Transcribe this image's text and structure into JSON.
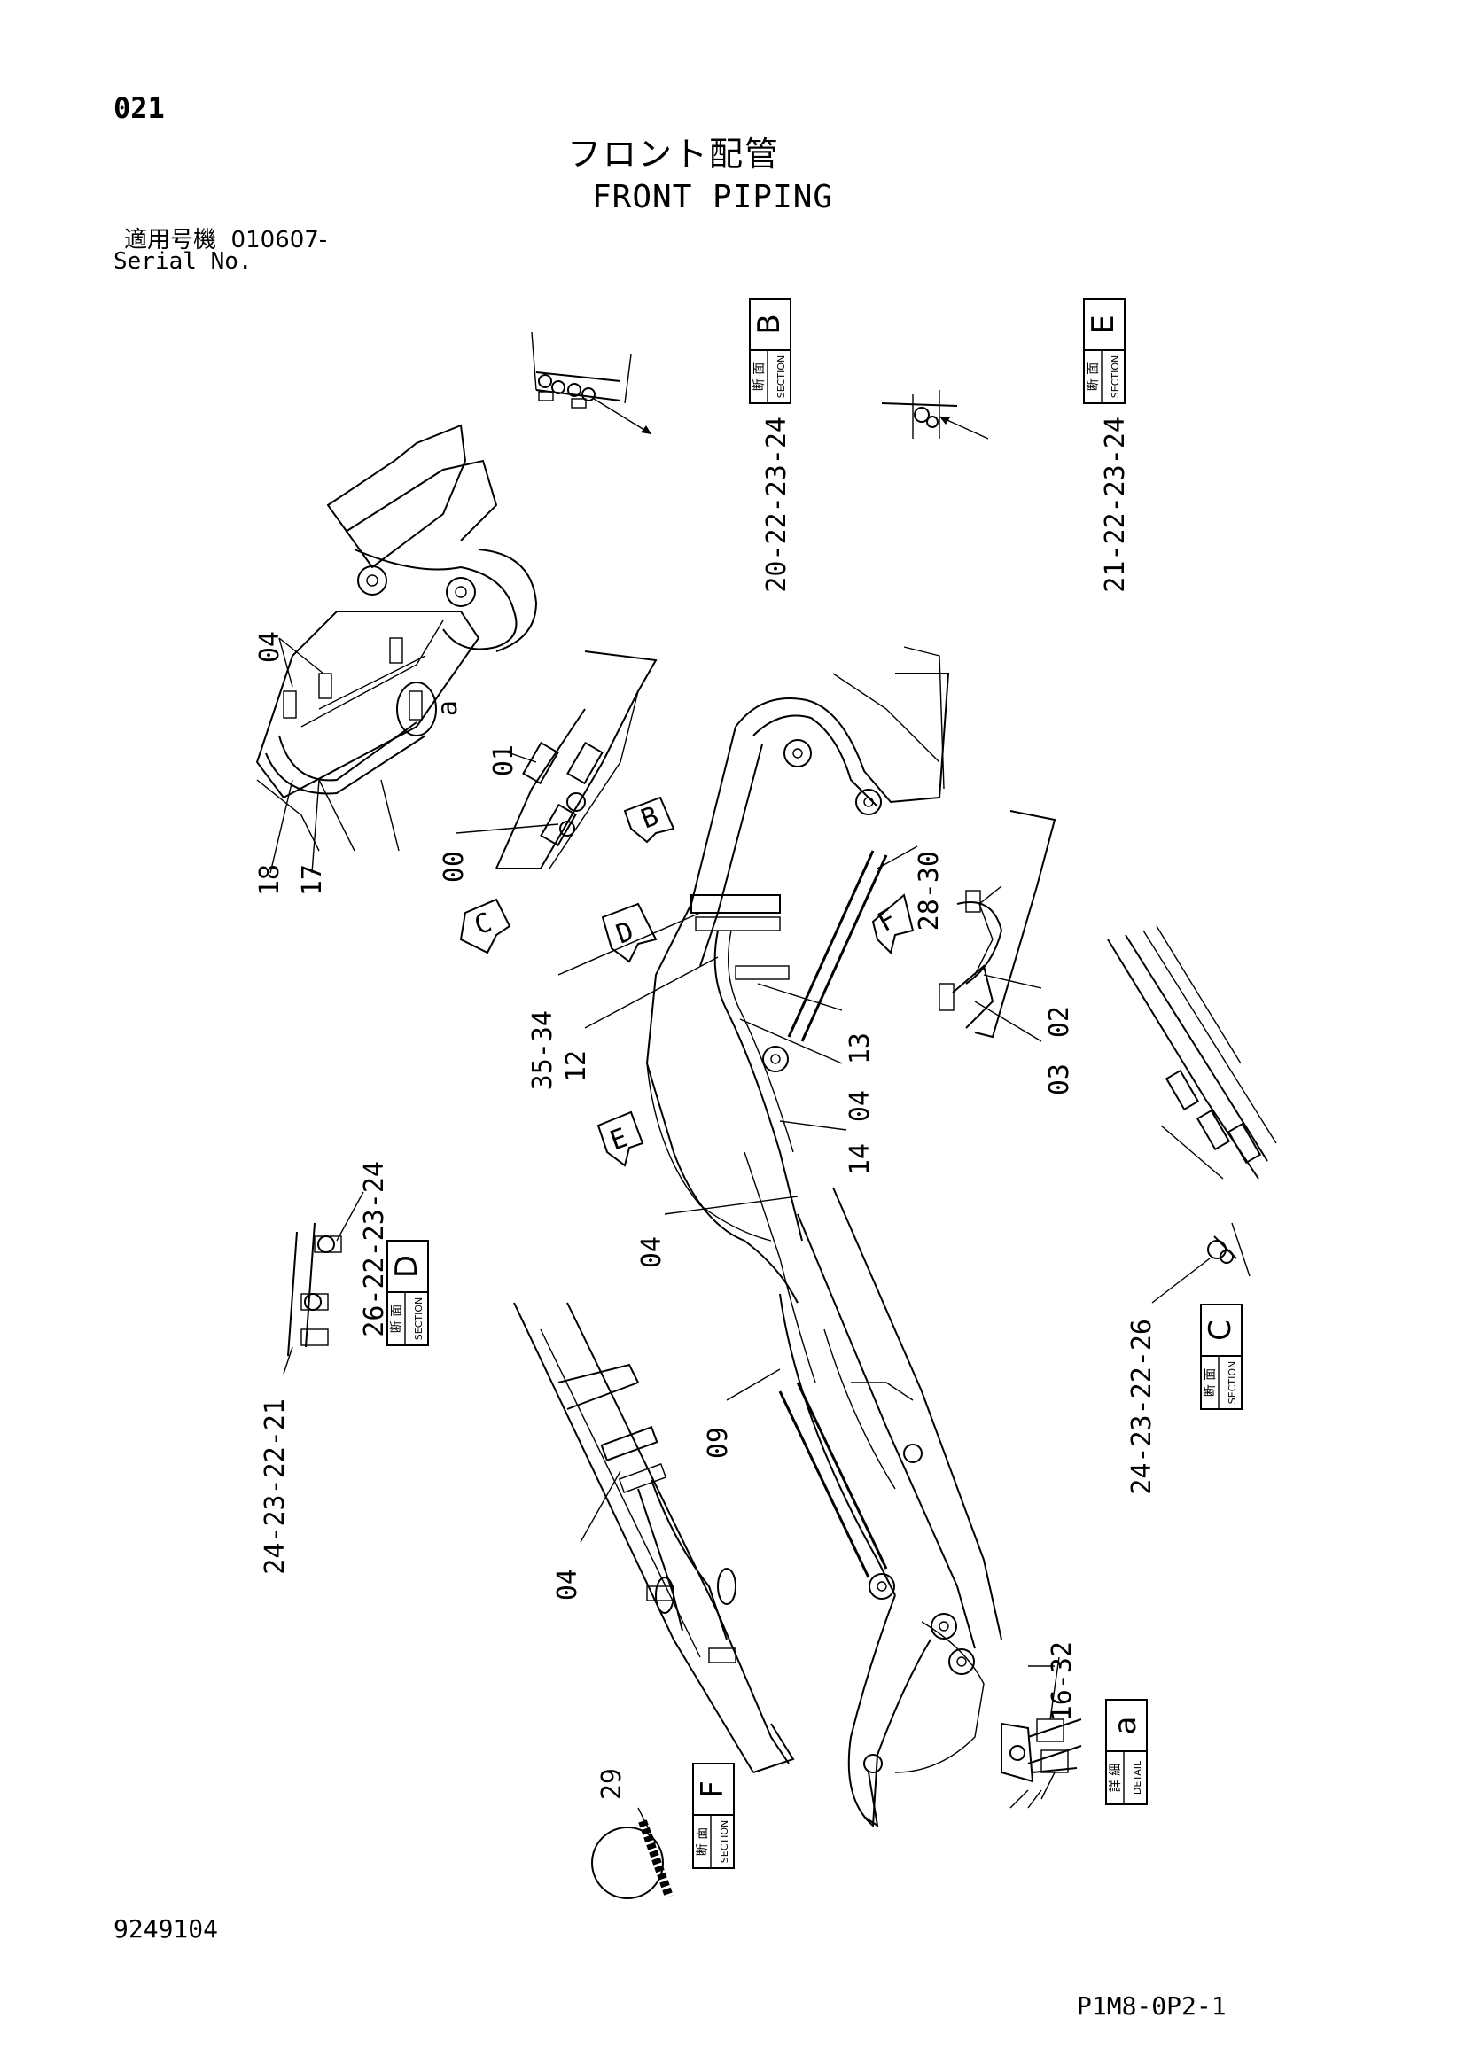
{
  "header": {
    "page_no": "021",
    "title_jp": "フロント配管",
    "title_en": "FRONT PIPING",
    "serial_label_jp": "適用号機",
    "serial_value": "010607-",
    "serial_label_en": "Serial No."
  },
  "footer": {
    "doc_no": "9249104",
    "page_code": "P1M8-0P2-1"
  },
  "section_boxes": [
    {
      "id": "B",
      "jp": "断 面",
      "en": "SECTION",
      "callout": "20-22-23-24"
    },
    {
      "id": "E",
      "jp": "断 面",
      "en": "SECTION",
      "callout": "21-22-23-24"
    },
    {
      "id": "D",
      "jp": "断 面",
      "en": "SECTION",
      "callout_top": "26-22-23-24",
      "callout_bottom": "24-23-22-21"
    },
    {
      "id": "C",
      "jp": "断 面",
      "en": "SECTION",
      "callout": "24-23-22-26"
    },
    {
      "id": "F",
      "jp": "断 面",
      "en": "SECTION",
      "callout": "29"
    },
    {
      "id": "a",
      "jp": "詳 細",
      "en": "DETAIL",
      "callout": "16-32"
    }
  ],
  "view_arrows": [
    "B",
    "C",
    "D",
    "E",
    "F"
  ],
  "detail_marker": "a",
  "part_callouts": [
    "00",
    "01",
    "02",
    "03",
    "04",
    "09",
    "12",
    "13",
    "14",
    "17",
    "18",
    "28-30",
    "35-34"
  ]
}
